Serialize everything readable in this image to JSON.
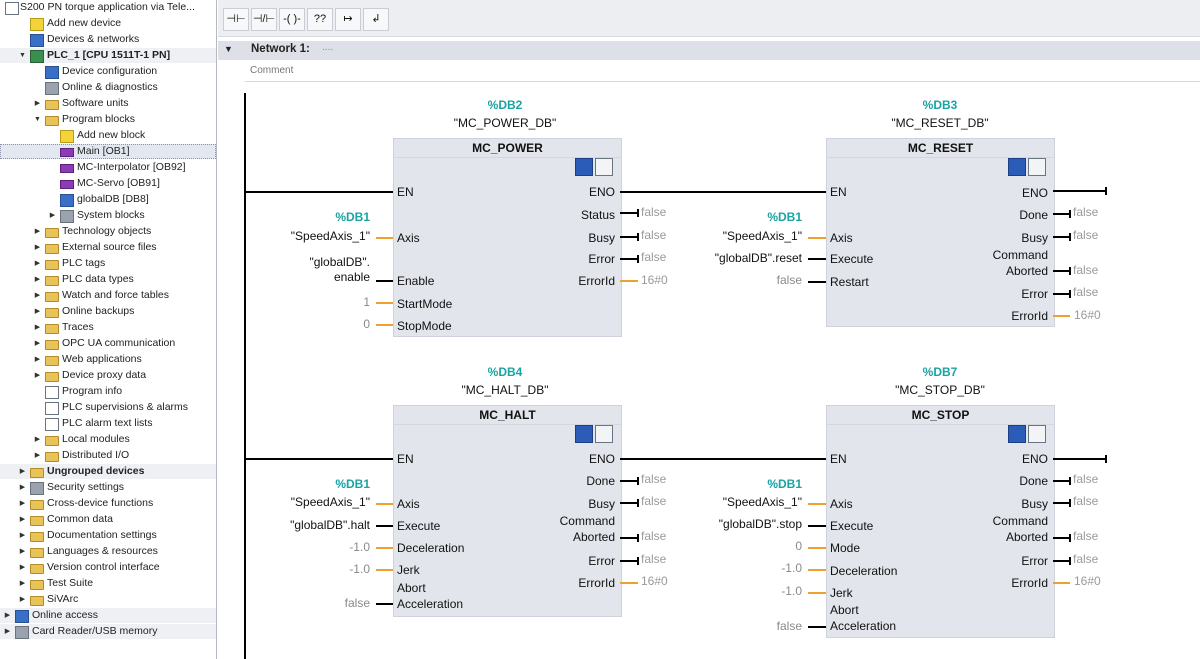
{
  "tree": {
    "items": [
      {
        "label": "S200 PN torque application via Tele...",
        "icon": "project-icon"
      },
      {
        "label": "Add new device",
        "icon": "add-device-icon"
      },
      {
        "label": "Devices & networks",
        "icon": "network-icon"
      },
      {
        "label": "PLC_1 [CPU 1511T-1 PN]",
        "icon": "cpu-icon"
      },
      {
        "label": "Device configuration",
        "icon": "config-icon"
      },
      {
        "label": "Online & diagnostics",
        "icon": "diagnostics-icon"
      },
      {
        "label": "Software units",
        "icon": "folder-icon"
      },
      {
        "label": "Program blocks",
        "icon": "folder-icon"
      },
      {
        "label": "Add new block",
        "icon": "add-block-icon"
      },
      {
        "label": "Main [OB1]",
        "icon": "ob-icon"
      },
      {
        "label": "MC-Interpolator [OB92]",
        "icon": "ob-icon"
      },
      {
        "label": "MC-Servo [OB91]",
        "icon": "ob-icon"
      },
      {
        "label": "globalDB [DB8]",
        "icon": "db-icon"
      },
      {
        "label": "System blocks",
        "icon": "system-blocks-icon"
      },
      {
        "label": "Technology objects",
        "icon": "folder-icon"
      },
      {
        "label": "External source files",
        "icon": "folder-icon"
      },
      {
        "label": "PLC tags",
        "icon": "folder-icon"
      },
      {
        "label": "PLC data types",
        "icon": "folder-icon"
      },
      {
        "label": "Watch and force tables",
        "icon": "folder-icon"
      },
      {
        "label": "Online backups",
        "icon": "folder-icon"
      },
      {
        "label": "Traces",
        "icon": "folder-icon"
      },
      {
        "label": "OPC UA communication",
        "icon": "folder-icon"
      },
      {
        "label": "Web applications",
        "icon": "folder-icon"
      },
      {
        "label": "Device proxy data",
        "icon": "folder-icon"
      },
      {
        "label": "Program info",
        "icon": "program-info-icon"
      },
      {
        "label": "PLC supervisions & alarms",
        "icon": "alarm-icon"
      },
      {
        "label": "PLC alarm text lists",
        "icon": "text-list-icon"
      },
      {
        "label": "Local modules",
        "icon": "folder-icon"
      },
      {
        "label": "Distributed I/O",
        "icon": "folder-icon"
      },
      {
        "label": "Ungrouped devices",
        "icon": "folder-icon"
      },
      {
        "label": "Security settings",
        "icon": "security-icon"
      },
      {
        "label": "Cross-device functions",
        "icon": "folder-icon"
      },
      {
        "label": "Common data",
        "icon": "folder-icon"
      },
      {
        "label": "Documentation settings",
        "icon": "folder-icon"
      },
      {
        "label": "Languages & resources",
        "icon": "folder-icon"
      },
      {
        "label": "Version control interface",
        "icon": "folder-icon"
      },
      {
        "label": "Test Suite",
        "icon": "folder-icon"
      },
      {
        "label": "SiVArc",
        "icon": "folder-icon"
      },
      {
        "label": "Online access",
        "icon": "online-icon"
      },
      {
        "label": "Card Reader/USB memory",
        "icon": "card-reader-icon"
      }
    ]
  },
  "toolbar": {
    "buttons": [
      {
        "label": "⊣⊢",
        "icon": "no-contact-icon"
      },
      {
        "label": "⊣/⊢",
        "icon": "nc-contact-icon"
      },
      {
        "label": "-( )-",
        "icon": "coil-icon"
      },
      {
        "label": "??",
        "icon": "empty-box-icon"
      },
      {
        "label": "↦",
        "icon": "open-branch-icon"
      },
      {
        "label": "↲",
        "icon": "close-branch-icon"
      }
    ]
  },
  "network": {
    "title": "Network 1:",
    "title_dots": "....",
    "comment": "Comment"
  },
  "blocks": {
    "power": {
      "db_number": "%DB2",
      "db_name": "\"MC_POWER_DB\"",
      "title": "MC_POWER",
      "in_pins": [
        "EN",
        "Axis",
        "Enable",
        "StartMode",
        "StopMode"
      ],
      "out_pins": [
        "ENO",
        "Status",
        "Busy",
        "Error",
        "ErrorId"
      ],
      "axis_db": "%DB1",
      "axis_op": "\"SpeedAxis_1\"",
      "enable_op_1": "\"globalDB\".",
      "enable_op_2": "enable",
      "startmode_val": "1",
      "stopmode_val": "0",
      "out_vals": [
        "false",
        "false",
        "false",
        "16#0"
      ]
    },
    "reset": {
      "db_number": "%DB3",
      "db_name": "\"MC_RESET_DB\"",
      "title": "MC_RESET",
      "in_pins": [
        "EN",
        "Axis",
        "Execute",
        "Restart"
      ],
      "out_pins": [
        "ENO",
        "Done",
        "Busy",
        "Command",
        "Aborted",
        "Error",
        "ErrorId"
      ],
      "axis_db": "%DB1",
      "axis_op": "\"SpeedAxis_1\"",
      "execute_op": "\"globalDB\".reset",
      "restart_val": "false",
      "out_vals": [
        "false",
        "false",
        "false",
        "false",
        "16#0"
      ]
    },
    "halt": {
      "db_number": "%DB4",
      "db_name": "\"MC_HALT_DB\"",
      "title": "MC_HALT",
      "in_pins": [
        "EN",
        "Axis",
        "Execute",
        "Deceleration",
        "Jerk",
        "Abort",
        "Acceleration"
      ],
      "out_pins": [
        "ENO",
        "Done",
        "Busy",
        "Command",
        "Aborted",
        "Error",
        "ErrorId"
      ],
      "axis_db": "%DB1",
      "axis_op": "\"SpeedAxis_1\"",
      "execute_op": "\"globalDB\".halt",
      "decel_val": "-1.0",
      "jerk_val": "-1.0",
      "abort_accel_val": "false",
      "out_vals": [
        "false",
        "false",
        "false",
        "false",
        "16#0"
      ]
    },
    "stop": {
      "db_number": "%DB7",
      "db_name": "\"MC_STOP_DB\"",
      "title": "MC_STOP",
      "in_pins": [
        "EN",
        "Axis",
        "Execute",
        "Mode",
        "Deceleration",
        "Jerk",
        "Abort",
        "Acceleration"
      ],
      "out_pins": [
        "ENO",
        "Done",
        "Busy",
        "Command",
        "Aborted",
        "Error",
        "ErrorId"
      ],
      "axis_db": "%DB1",
      "axis_op": "\"SpeedAxis_1\"",
      "execute_op": "\"globalDB\".stop",
      "mode_val": "0",
      "decel_val": "-1.0",
      "jerk_val": "-1.0",
      "abort_accel_val": "false",
      "out_vals": [
        "false",
        "false",
        "false",
        "false",
        "16#0"
      ]
    }
  },
  "colors": {
    "db_teal": "#1aa3a3",
    "wire_orange": "#f0a030",
    "block_bg": "#e3e5ec"
  }
}
